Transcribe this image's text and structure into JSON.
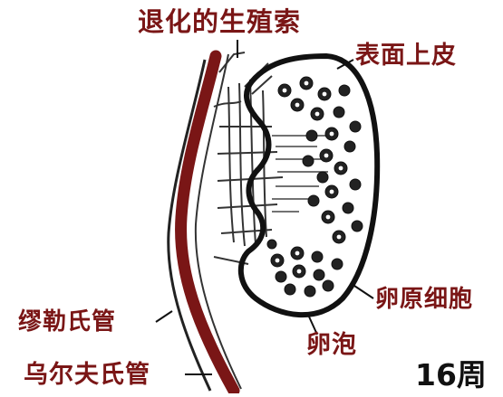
{
  "diagram": {
    "labels": {
      "regressed_gonad": "退化的生殖索",
      "surface_epithelium": "表面上皮",
      "oogonia": "卵原细胞",
      "follicle": "卵泡",
      "mullerian_duct": "缪勒氏管",
      "wolffian_duct": "乌尔夫氏管"
    },
    "stage": "16周"
  },
  "colors": {
    "label_text": "#7a1616",
    "duct_red": "#7a1616",
    "outline": "#111111"
  }
}
